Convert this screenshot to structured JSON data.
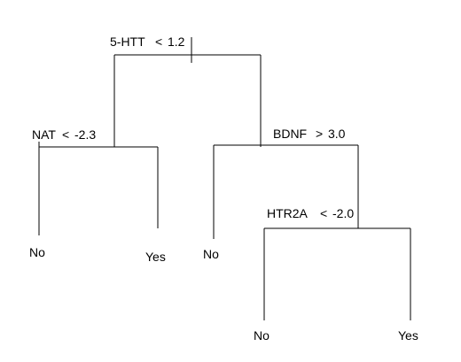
{
  "tree": {
    "root_split": {
      "variable": "5-HTT",
      "operator": "<",
      "threshold": "1.2"
    },
    "left_split": {
      "variable": "NAT",
      "operator": "<",
      "threshold": "-2.3"
    },
    "right_split": {
      "variable": "BDNF",
      "operator": ">",
      "threshold": "3.0"
    },
    "right_right_split": {
      "variable": "HTR2A",
      "operator": "<",
      "threshold": "-2.0"
    },
    "leaves": {
      "left_left": "No",
      "left_right": "Yes",
      "right_left": "No",
      "right_right_left": "No",
      "right_right_right": "Yes"
    }
  },
  "colors": {
    "line": "#000000",
    "text": "#000000",
    "background": "#ffffff"
  }
}
